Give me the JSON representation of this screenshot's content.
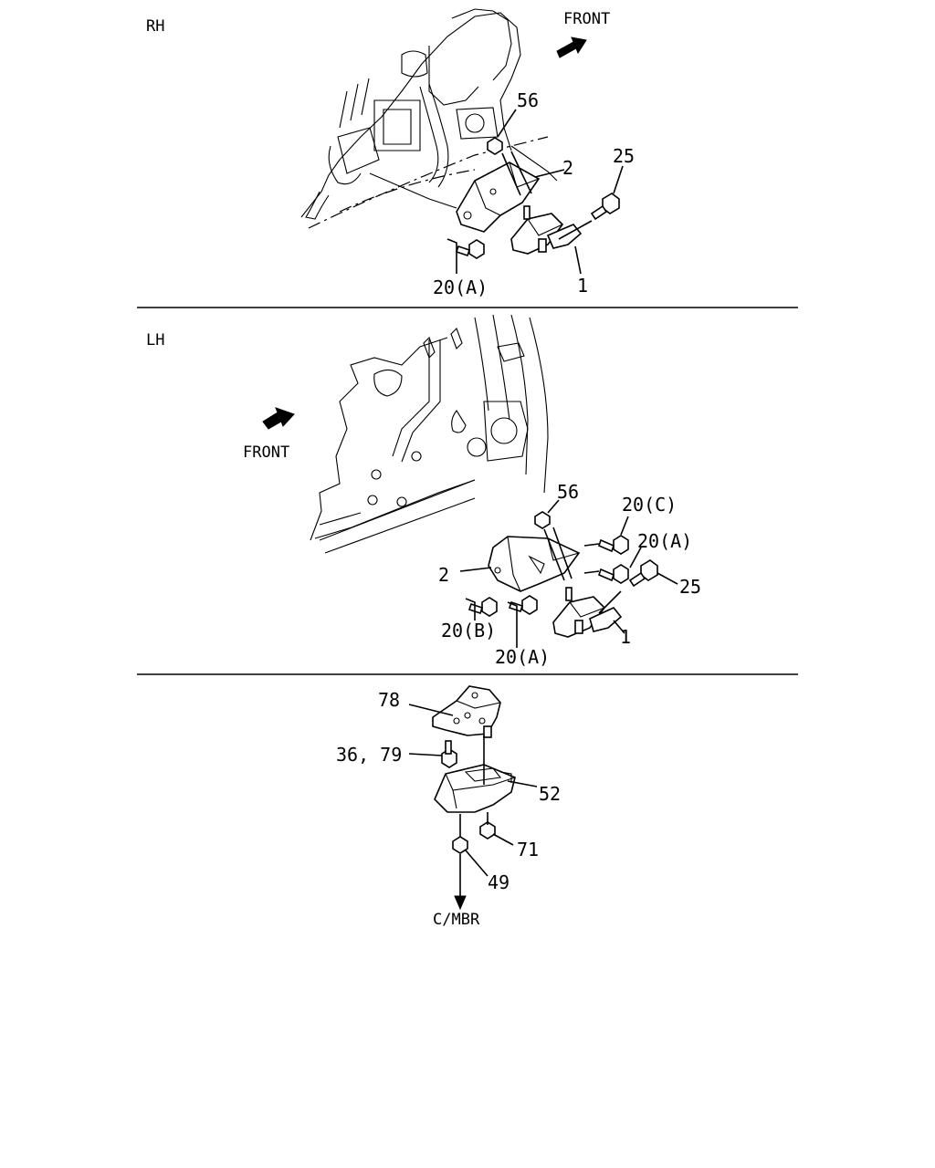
{
  "sections": [
    {
      "id": "rh",
      "title": "RH",
      "direction_label": "FRONT",
      "callouts": [
        "56",
        "2",
        "25",
        "20(A)",
        "1"
      ]
    },
    {
      "id": "lh",
      "title": "LH",
      "direction_label": "FRONT",
      "callouts": [
        "56",
        "20(C)",
        "20(A)",
        "25",
        "2",
        "20(B)",
        "20(A)",
        "1"
      ]
    },
    {
      "id": "crossmember",
      "callouts": [
        "78",
        "36, 79",
        "52",
        "71",
        "49"
      ],
      "target_label": "C/MBR"
    }
  ]
}
